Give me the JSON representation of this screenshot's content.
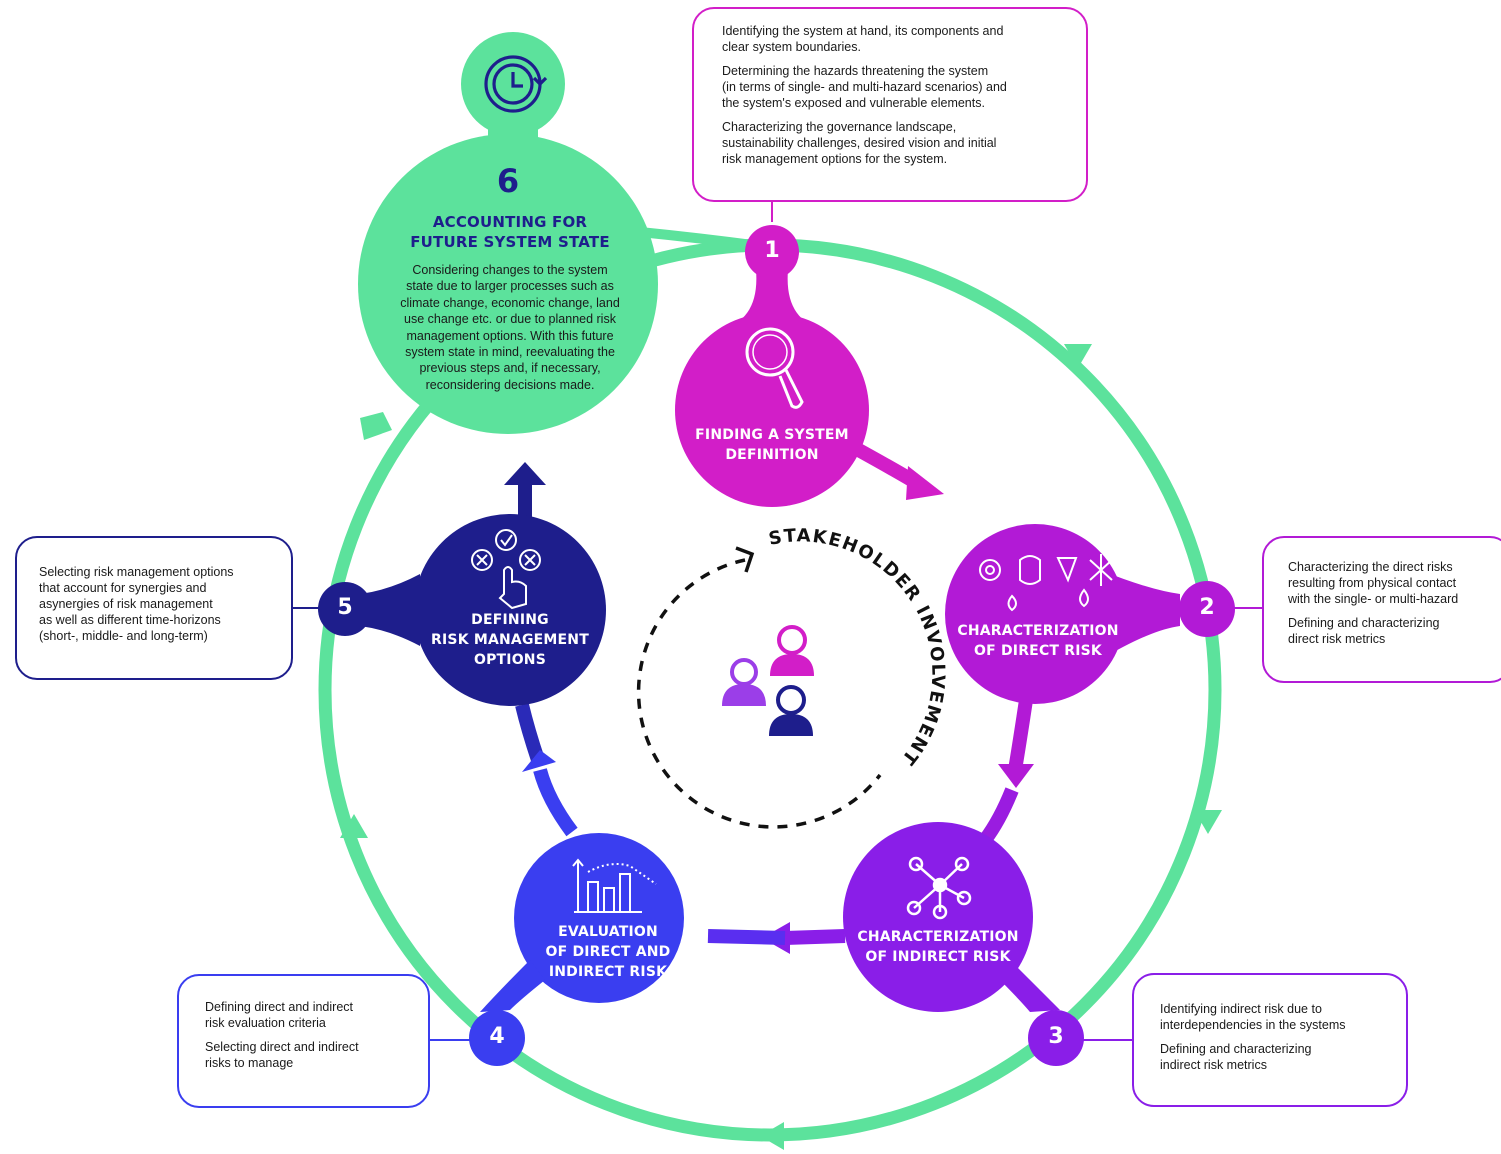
{
  "colors": {
    "green": "#5ce29c",
    "step1": "#d21ec8",
    "step2": "#b21ad6",
    "step3": "#8a1ee8",
    "step4": "#3a3ef0",
    "step5": "#1e1e8c",
    "navy": "#1e1e8c"
  },
  "steps": [
    {
      "number": "1",
      "title": "FINDING A SYSTEM\nDEFINITION",
      "icon": "magnifier-icon",
      "description": [
        "Identifying the system at hand, its components and\nclear system boundaries.",
        "Determining the hazards threatening the system\n(in terms of single- and multi-hazard scenarios) and\nthe system's exposed and vulnerable elements.",
        "Characterizing the governance landscape,\nsustainability challenges, desired vision and initial\nrisk management options for the system."
      ]
    },
    {
      "number": "2",
      "title": "CHARACTERIZATION\nOF DIRECT RISK",
      "icon": "hazards-icon",
      "description": [
        "Characterizing the direct risks\nresulting from physical contact\nwith the single- or multi-hazard",
        "Defining and characterizing\ndirect risk metrics"
      ]
    },
    {
      "number": "3",
      "title": "CHARACTERIZATION\nOF INDIRECT RISK",
      "icon": "network-icon",
      "description": [
        "Identifying indirect risk due to\ninterdependencies in the systems",
        "Defining and characterizing\nindirect risk metrics"
      ]
    },
    {
      "number": "4",
      "title": "EVALUATION\nOF DIRECT AND\nINDIRECT RISK",
      "icon": "bar-chart-icon",
      "description": [
        "Defining direct and indirect\nrisk evaluation criteria",
        "Selecting direct and indirect\nrisks to manage"
      ]
    },
    {
      "number": "5",
      "title": "DEFINING\nRISK MANAGEMENT\nOPTIONS",
      "icon": "options-hand-icon",
      "description": [
        "Selecting risk management options\nthat account for synergies and\nasynergies of risk management\nas well as different time-horizons\n(short-, middle- and long-term)"
      ]
    },
    {
      "number": "6",
      "title": "ACCOUNTING FOR\nFUTURE SYSTEM STATE",
      "icon": "clock-cycle-icon",
      "description": [
        "Considering changes to the system\nstate due to larger processes such as\nclimate change, economic change, land\nuse change etc. or due to planned risk\nmanagement options. With this future\nsystem state in mind, reevaluating the\nprevious steps and, if necessary,\nreconsidering decisions made."
      ]
    }
  ],
  "center": {
    "label": "STAKEHOLDER INVOLVEMENT",
    "icon": "stakeholders-icon"
  }
}
